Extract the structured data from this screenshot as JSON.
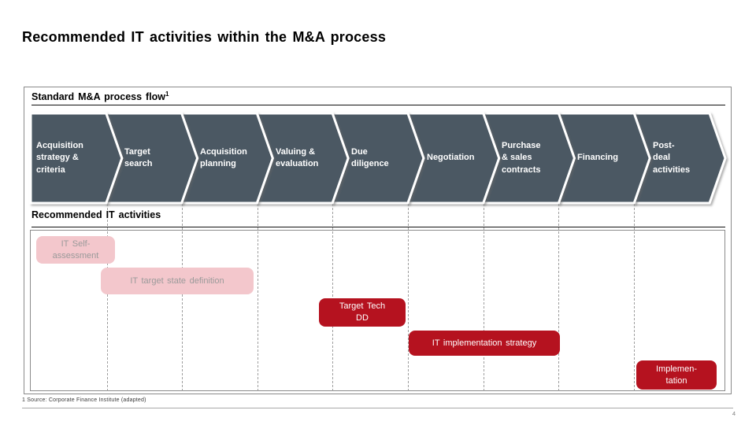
{
  "slide": {
    "title": "Recommended IT activities within the M&A process",
    "footnote": "1 Source: Corporate Finance Institute (adapted)",
    "page_number": "4"
  },
  "process_flow": {
    "header": "Standard M&A process flow",
    "header_superscript": "1",
    "steps": [
      {
        "label": "Acquisition\nstrategy &\ncriteria"
      },
      {
        "label": "Target\nsearch"
      },
      {
        "label": "Acquisition\nplanning"
      },
      {
        "label": "Valuing &\nevaluation"
      },
      {
        "label": "Due\ndiligence"
      },
      {
        "label": "Negotiation"
      },
      {
        "label": "Purchase\n& sales\ncontracts"
      },
      {
        "label": "Financing"
      },
      {
        "label": "Post-\ndeal\nactivities"
      }
    ]
  },
  "it_activities": {
    "header": "Recommended IT activities",
    "items": [
      {
        "label": "IT Self-\nassessment",
        "emphasis": "light"
      },
      {
        "label": "IT target state definition",
        "emphasis": "light"
      },
      {
        "label": "Target Tech\nDD",
        "emphasis": "strong"
      },
      {
        "label": "IT implementation strategy",
        "emphasis": "strong"
      },
      {
        "label": "Implemen-\ntation",
        "emphasis": "strong"
      }
    ]
  },
  "colors": {
    "chevron_fill": "#4C5963",
    "activity_light_bg": "#F3C7CC",
    "activity_light_text": "#9A9A9A",
    "activity_strong_bg": "#B5121F",
    "activity_strong_text": "#FFFFFF"
  }
}
